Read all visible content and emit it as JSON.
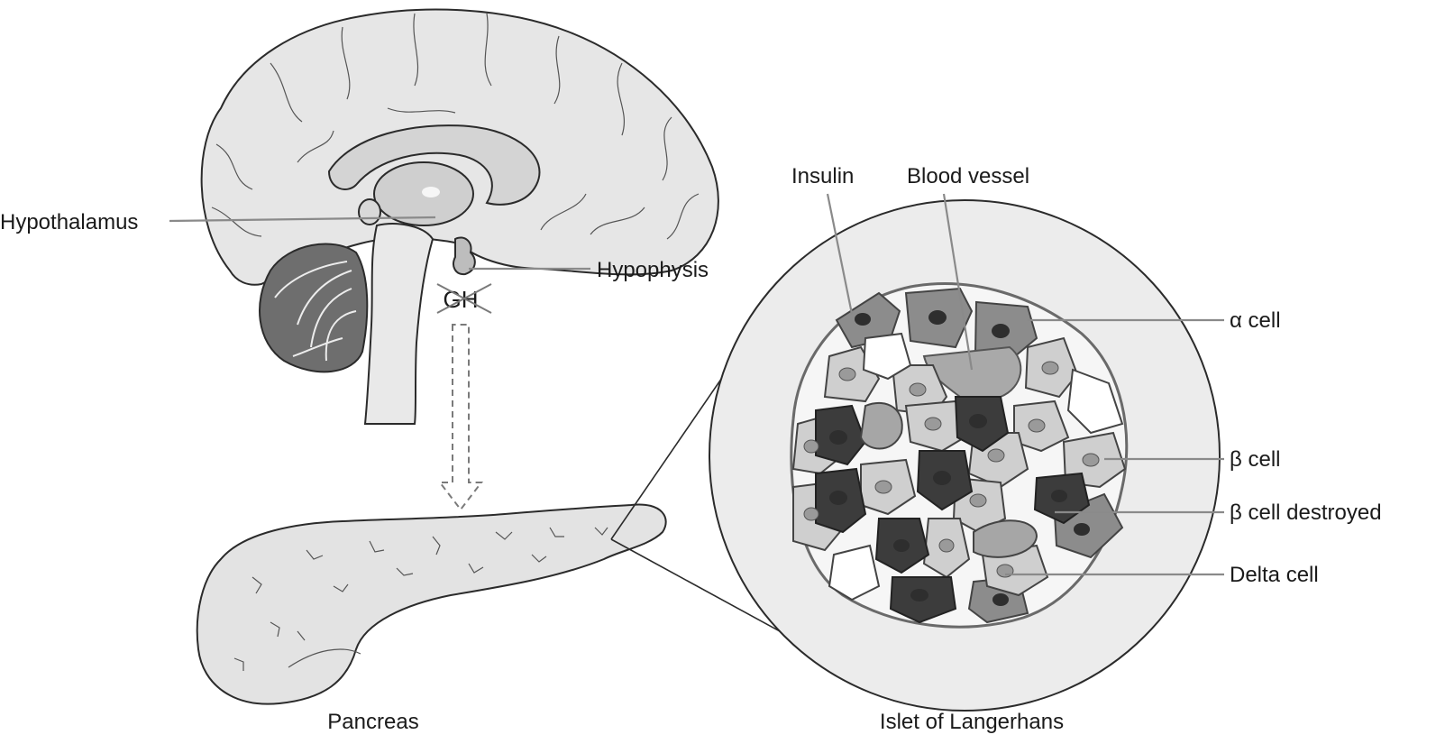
{
  "labels": {
    "hypothalamus": "Hypothalamus",
    "hypophysis": "Hypophysis",
    "gh": "GH",
    "insulin": "Insulin",
    "blood_vessel": "Blood vessel",
    "alpha_cell": "α cell",
    "beta_cell": "β cell",
    "beta_cell_destroyed": "β cell destroyed",
    "delta_cell": "Delta cell",
    "pancreas": "Pancreas",
    "islet": "Islet of Langerhans"
  },
  "colors": {
    "line": "#2b2b2b",
    "leader": "#8a8a8a",
    "brain_fill": "#e6e6e6",
    "cerebellum_fill": "#6e6e6e",
    "pancreas_fill": "#e3e3e3",
    "alpha_cell_fill": "#8c8c8c",
    "beta_cell_fill": "#cfcfcf",
    "beta_destroyed_fill": "#3c3c3c",
    "delta_cell_fill": "#a6a6a6",
    "empty_cell_fill": "#ffffff"
  }
}
